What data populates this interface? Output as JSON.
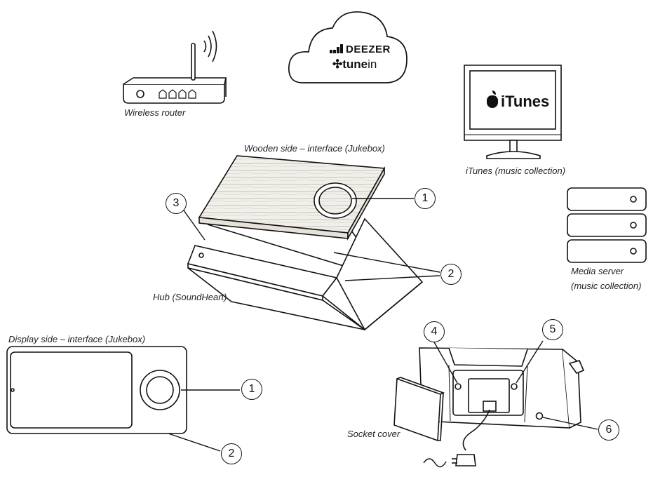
{
  "labels": {
    "wireless_router": "Wireless router",
    "wooden_side": "Wooden side – interface (Jukebox)",
    "itunes_collection": "iTunes (music collection)",
    "media_server_line1": "Media server",
    "media_server_line2": "(music collection)",
    "hub": "Hub (SoundHeart)",
    "display_side": "Display side – interface (Jukebox)",
    "socket_cover": "Socket cover"
  },
  "brands": {
    "deezer": "DEEZER",
    "tunein_prefix": "tune",
    "tunein_suffix": "in",
    "itunes": "iTunes"
  },
  "callouts": {
    "top_knob": "1",
    "top_sides": "2",
    "top_button": "3",
    "display_knob": "1",
    "display_side": "2",
    "socket_left": "4",
    "socket_right": "5",
    "socket_port": "6"
  }
}
